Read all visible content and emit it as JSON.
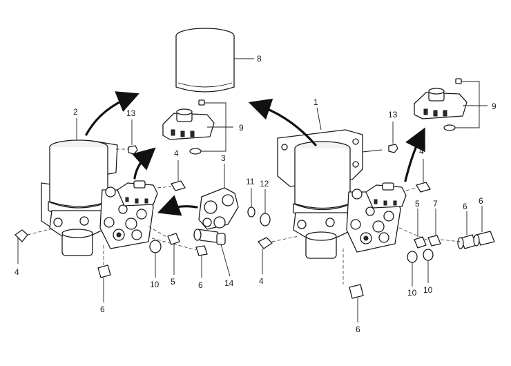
{
  "callouts": {
    "c8": "8",
    "c2": "2",
    "c13_left": "13",
    "c1": "1",
    "c13_right": "13",
    "c9_center": "9",
    "c9_right": "9",
    "c3": "3",
    "c4_center": "4",
    "c4_right_top": "4",
    "c11": "11",
    "c12": "12",
    "c5_right": "5",
    "c7": "7",
    "c6_right_a": "6",
    "c6_right_b": "6",
    "c4_left": "4",
    "c10_left": "10",
    "c5_left": "5",
    "c6_center": "6",
    "c14": "14",
    "c4_right_bottom": "4",
    "c10_right_a": "10",
    "c10_right_b": "10",
    "c6_left": "6",
    "c6_bottom": "6"
  },
  "colors": {
    "line": "#1a1a1a",
    "background": "#ffffff"
  }
}
